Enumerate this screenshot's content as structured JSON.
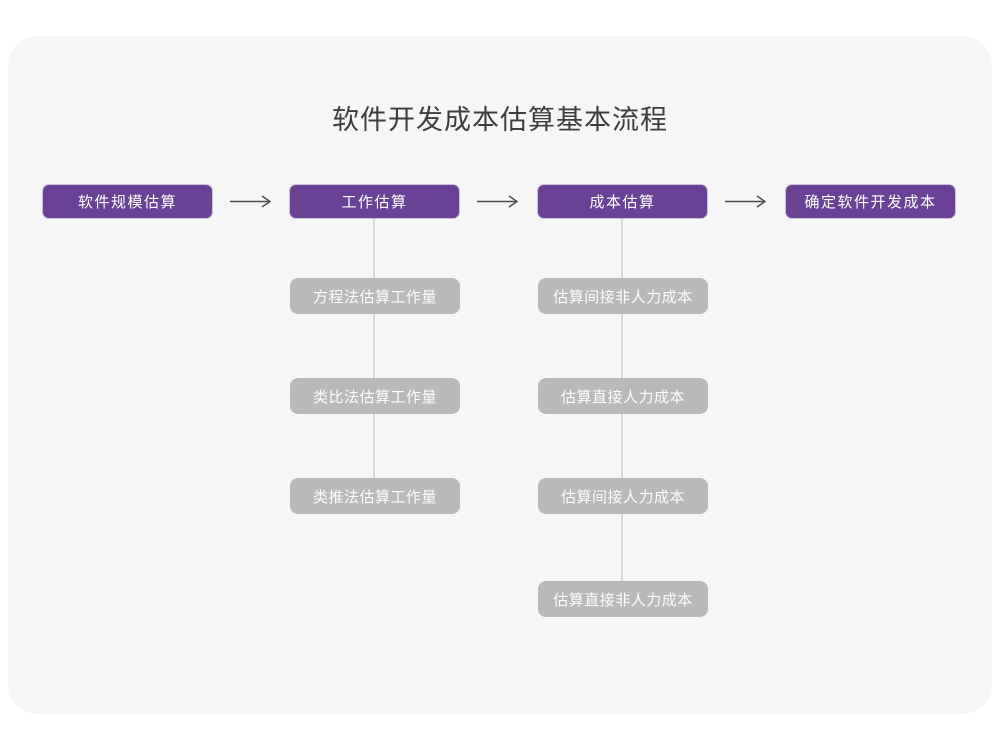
{
  "page": {
    "title": "软件开发成本估算基本流程"
  },
  "flow": {
    "stages": [
      {
        "label": "软件规模估算",
        "substeps": []
      },
      {
        "label": "工作估算",
        "substeps": [
          "方程法估算工作量",
          "类比法估算工作量",
          "类推法估算工作量"
        ]
      },
      {
        "label": "成本估算",
        "substeps": [
          "估算间接非人力成本",
          "估算直接人力成本",
          "估算间接人力成本",
          "估算直接非人力成本"
        ]
      },
      {
        "label": "确定软件开发成本",
        "substeps": []
      }
    ]
  },
  "colors": {
    "stage_bg": "#694296",
    "stage_text": "#ffffff",
    "substep_bg": "#b9b9b9",
    "substep_text": "#fbfbfb",
    "card_bg": "#f6f6f6",
    "page_bg": "#ffffff",
    "title_text": "#3d3d3d",
    "arrow": "#4d4d4d",
    "connector": "#d9d9d9"
  }
}
